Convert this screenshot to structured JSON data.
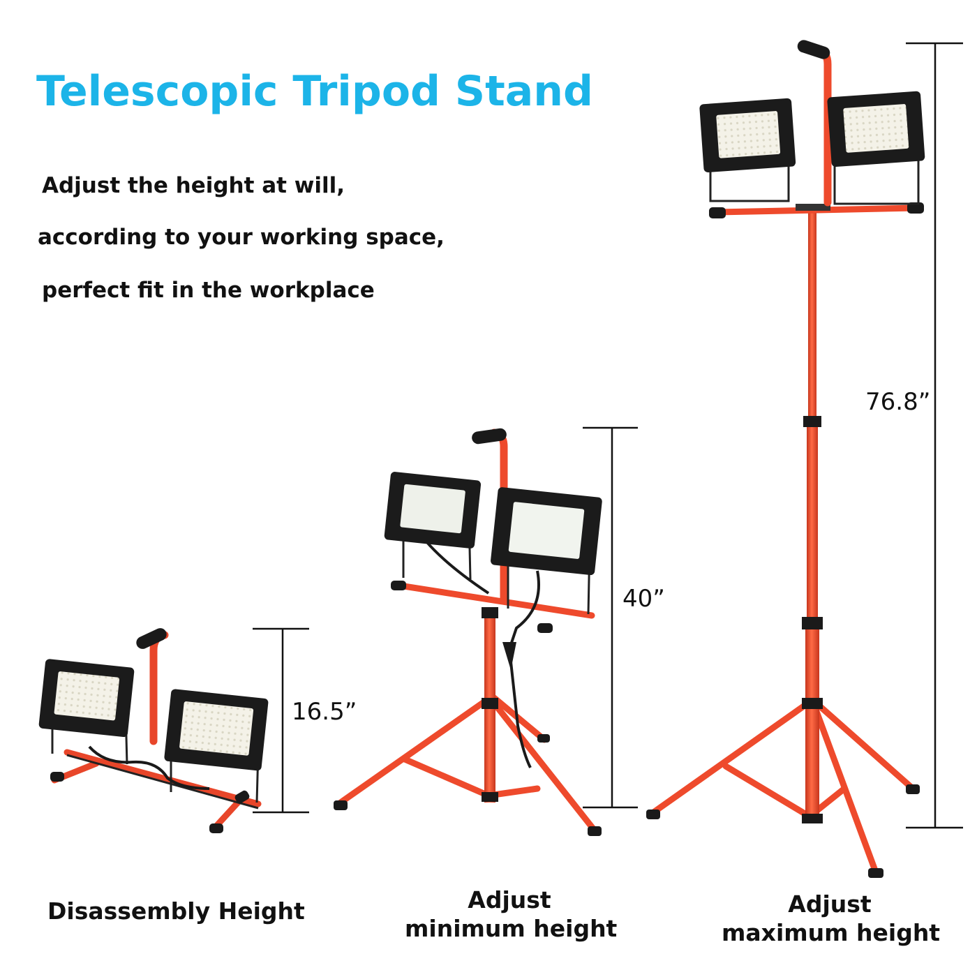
{
  "title": "Telescopic Tripod Stand",
  "description": [
    "Adjust the height at will,",
    "according to your working space,",
    "perfect fit in the workplace"
  ],
  "dimensions": {
    "disassembly": "16.5”",
    "minimum": "40”",
    "maximum": "76.8”"
  },
  "captions": {
    "disassembly": "Disassembly Height",
    "minimum_line1": "Adjust",
    "minimum_line2": "minimum height",
    "maximum_line1": "Adjust",
    "maximum_line2": "maximum height"
  },
  "colors": {
    "title": "#1cb4e8",
    "frame": "#ee4a2c",
    "lamp_body": "#1b1b1b",
    "lamp_panel": "#f3f1e6"
  }
}
